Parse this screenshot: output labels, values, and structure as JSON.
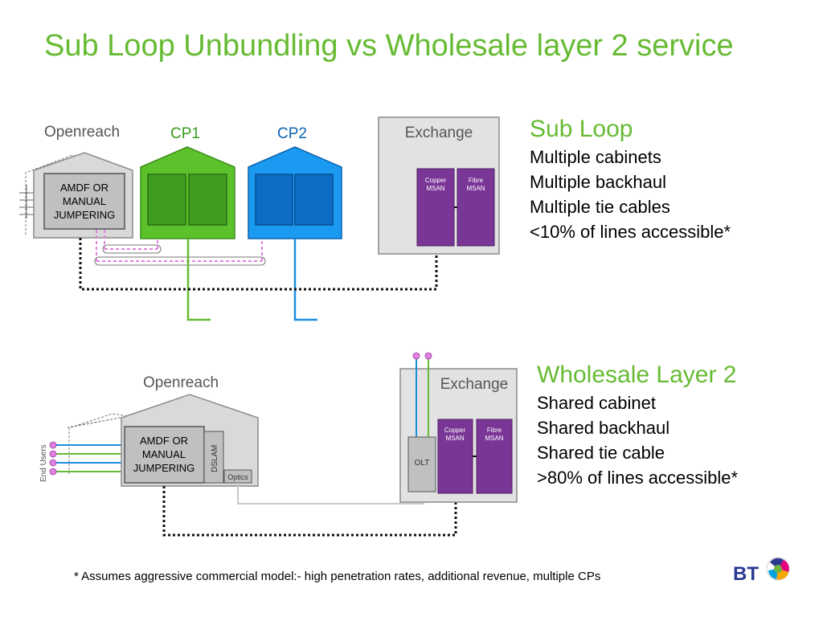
{
  "title": "Sub Loop Unbundling vs Wholesale layer 2 service",
  "top_diagram": {
    "openreach_label": "Openreach",
    "cp1_label": "CP1",
    "cp2_label": "CP2",
    "exchange_label": "Exchange",
    "amdf_lines": [
      "AMDF OR",
      "MANUAL",
      "JUMPERING"
    ],
    "copper_msan": [
      "Copper",
      "MSAN"
    ],
    "fibre_msan": [
      "Fibre",
      "MSAN"
    ]
  },
  "bottom_diagram": {
    "openreach_label": "Openreach",
    "exchange_label": "Exchange",
    "amdf_lines": [
      "AMDF OR",
      "MANUAL",
      "JUMPERING"
    ],
    "dslam_label": "DSLAM",
    "optics_label": "Optics",
    "olt_label": "OLT",
    "end_users_label": "End Users",
    "copper_msan": [
      "Copper",
      "MSAN"
    ],
    "fibre_msan": [
      "Fibre",
      "MSAN"
    ]
  },
  "sub_loop": {
    "heading": "Sub Loop",
    "lines": [
      "Multiple cabinets",
      "Multiple backhaul",
      "Multiple tie cables",
      "<10% of lines accessible*"
    ]
  },
  "wholesale": {
    "heading": "Wholesale Layer 2",
    "lines": [
      "Shared cabinet",
      "Shared backhaul",
      "Shared tie cable",
      ">80% of lines accessible*"
    ]
  },
  "footnote": "* Assumes aggressive commercial model:- high penetration rates, additional revenue, multiple CPs",
  "logo_text": "BT",
  "colors": {
    "green": "#66bb33",
    "blue": "#1a8fe0",
    "purple": "#7a3696",
    "pink": "#e080e0",
    "grey": "#d4d4d4",
    "bt_blue": "#2b3990"
  }
}
